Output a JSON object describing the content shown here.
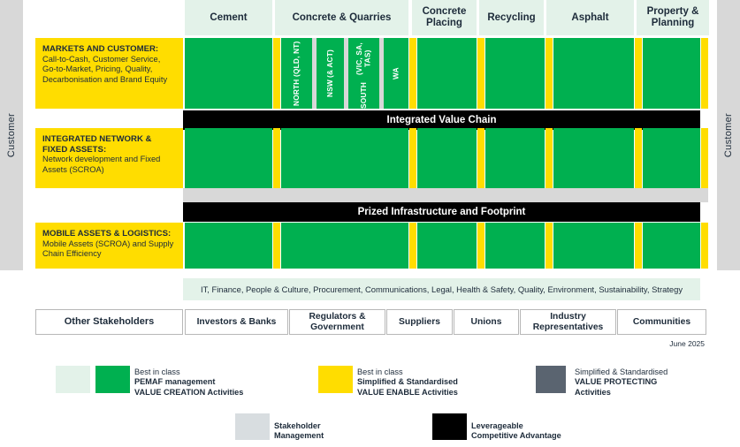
{
  "side_labels": {
    "left": "Customer",
    "right": "Customer"
  },
  "columns": [
    {
      "label": "Cement"
    },
    {
      "label": "Concrete & Quarries"
    },
    {
      "label": "Concrete Placing"
    },
    {
      "label": "Recycling"
    },
    {
      "label": "Asphalt"
    },
    {
      "label": "Property & Planning"
    }
  ],
  "concrete_sublabels": [
    {
      "name": "NORTH",
      "detail": "(QLD, NT)"
    },
    {
      "name": "NSW",
      "detail": "(& ACT)"
    },
    {
      "name": "SOUTH",
      "detail": "(VIC, SA, TAS)"
    },
    {
      "name": "WA",
      "detail": ""
    }
  ],
  "rows": [
    {
      "title": "MARKETS AND CUSTOMER:",
      "detail": "Call-to-Cash, Customer Service, Go-to-Market, Pricing, Quality, Decarbonisation and Brand Equity"
    },
    {
      "title": "INTEGRATED NETWORK & FIXED ASSETS:",
      "detail": "Network development and Fixed Assets (SCROA)"
    },
    {
      "title": "MOBILE ASSETS & LOGISTICS:",
      "detail": "Mobile Assets (SCROA) and Supply Chain Efficiency"
    }
  ],
  "banners": [
    {
      "label": "Integrated Value Chain"
    },
    {
      "label": "Prized Infrastructure and Footprint"
    }
  ],
  "enablers": "IT, Finance, People & Culture, Procurement, Communications, Legal, Health & Safety, Quality, Environment, Sustainability, Strategy",
  "stakeholders": [
    {
      "label": "Other Stakeholders"
    },
    {
      "label": "Investors & Banks"
    },
    {
      "label": "Regulators & Government"
    },
    {
      "label": "Suppliers"
    },
    {
      "label": "Unions"
    },
    {
      "label": "Industry Representatives"
    },
    {
      "label": "Communities"
    }
  ],
  "date": "June 2025",
  "legend": [
    {
      "swatch": "#e3f2e9",
      "second_swatch": "#00b050",
      "line1": "Best in class",
      "line2": "PEMAF management",
      "line3": "VALUE CREATION Activities"
    },
    {
      "swatch": "#ffdd00",
      "line1": "Best in class",
      "line2": "Simplified & Standardised",
      "line3": "VALUE ENABLE Activities"
    },
    {
      "swatch": "#5a6470",
      "line1": "Simplified & Standardised",
      "line2": "VALUE PROTECTING",
      "line3": "Activities"
    },
    {
      "swatch": "#d8dde0",
      "line1": "Stakeholder",
      "line2": "Management"
    },
    {
      "swatch": "#000000",
      "line1": "Leverageable",
      "line2": "Competitive Advantage"
    }
  ],
  "colors": {
    "green": "#00b050",
    "light_green": "#e3f2e9",
    "yellow": "#ffdd00",
    "grey": "#d8d8d8",
    "dark_grey": "#5a6470",
    "black": "#000000"
  }
}
